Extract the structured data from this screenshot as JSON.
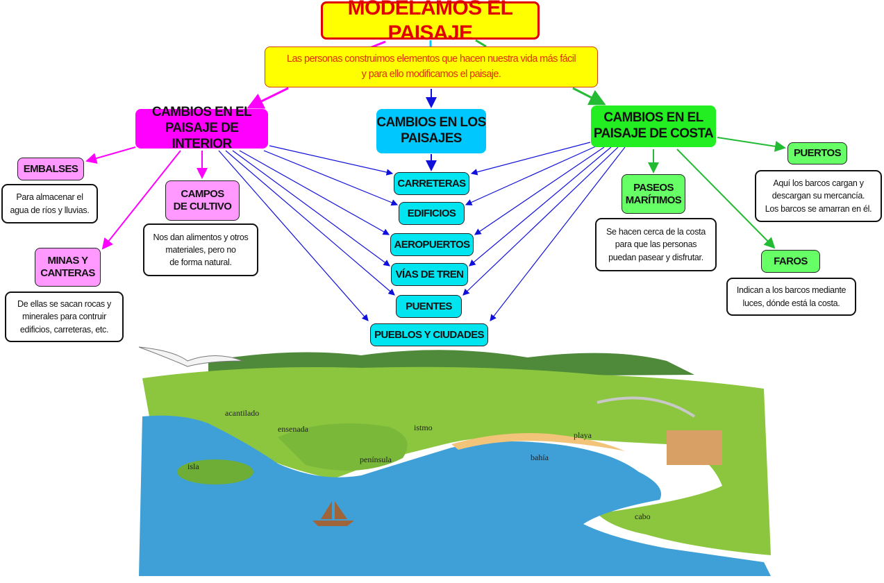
{
  "title": "MODELAMOS EL PAISAJE",
  "subtitle": [
    "Las personas construimos elementos que hacen nuestra vida más fácil",
    "y para ello modificamos el paisaje."
  ],
  "branches": {
    "interior": [
      "CAMBIOS EN EL",
      "PAISAJE DE INTERIOR"
    ],
    "paisajes": [
      "CAMBIOS EN LOS",
      "PAISAJES"
    ],
    "costa": [
      "CAMBIOS EN EL",
      "PAISAJE DE COSTA"
    ]
  },
  "interior_items": {
    "embalses": {
      "label": "EMBALSES",
      "desc": [
        "Para almacenar el",
        "agua de ríos y lluvias."
      ]
    },
    "minas": {
      "label": [
        "MINAS Y",
        "CANTERAS"
      ],
      "desc": [
        "De ellas se sacan rocas y",
        "minerales para contruir",
        "edificios, carreteras, etc."
      ]
    },
    "campos": {
      "label": [
        "CAMPOS",
        "DE CULTIVO"
      ],
      "desc": [
        "Nos dan alimentos y otros",
        "materiales, pero no",
        "de forma natural."
      ]
    }
  },
  "common_items": [
    "CARRETERAS",
    "EDIFICIOS",
    "AEROPUERTOS",
    "VÍAS DE TREN",
    "PUENTES",
    "PUEBLOS Y CIUDADES"
  ],
  "costa_items": {
    "puertos": {
      "label": "PUERTOS",
      "desc": [
        "Aquí los barcos cargan y",
        "descargan su mercancía.",
        "Los barcos se amarran en él."
      ]
    },
    "paseos": {
      "label": [
        "PASEOS",
        "MARÍTIMOS"
      ],
      "desc": [
        "Se hacen cerca de la costa",
        "para que las personas",
        "puedan pasear y disfrutar."
      ]
    },
    "faros": {
      "label": "FAROS",
      "desc": [
        "Indican a los barcos mediante",
        "luces, dónde está la costa."
      ]
    }
  },
  "landscape_labels": {
    "acantilado": "acantilado",
    "ensenada": "ensenada",
    "istmo": "istmo",
    "playa": "playa",
    "peninsula": "península",
    "bahia": "bahía",
    "isla": "isla",
    "cabo": "cabo"
  },
  "colors": {
    "interior": "#ff00ff",
    "paisajes": "#00c8ff",
    "costa": "#22ee22",
    "title": "#e00000",
    "connector_blue": "#1010dd"
  }
}
